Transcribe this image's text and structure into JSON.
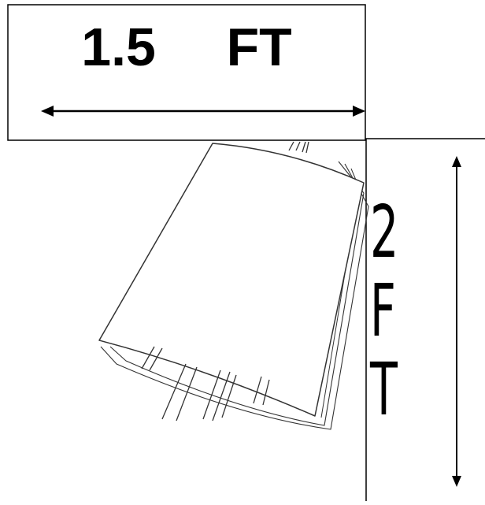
{
  "dimensions": {
    "width_label": "1.5  FT",
    "height_label": [
      "2",
      "F",
      "T"
    ]
  },
  "colors": {
    "line": "#000000",
    "background": "#ffffff"
  }
}
